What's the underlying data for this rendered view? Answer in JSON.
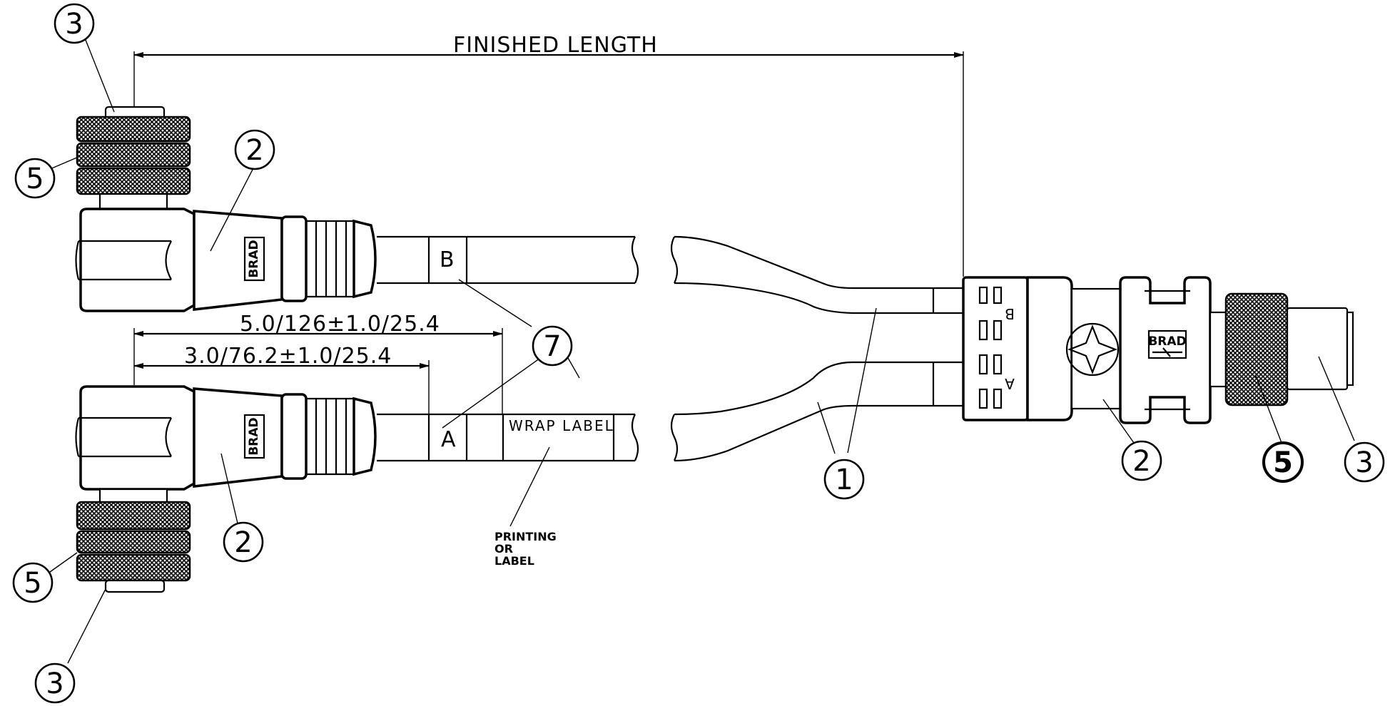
{
  "title": "FINISHED LENGTH",
  "dimensions": {
    "long": "5.0/126±1.0/25.4",
    "short": "3.0/76.2±1.0/25.4"
  },
  "branch_labels": {
    "b": "B",
    "a": "A"
  },
  "hub_labels": {
    "b": "B",
    "a": "A"
  },
  "wrap_label": "WRAP LABEL",
  "printing_note": [
    "PRINTING",
    "OR",
    "LABEL"
  ],
  "logo_text": "BRAD",
  "callouts": {
    "c1": "1",
    "c2": "2",
    "c3": "3",
    "c5": "5",
    "c7": "7"
  }
}
